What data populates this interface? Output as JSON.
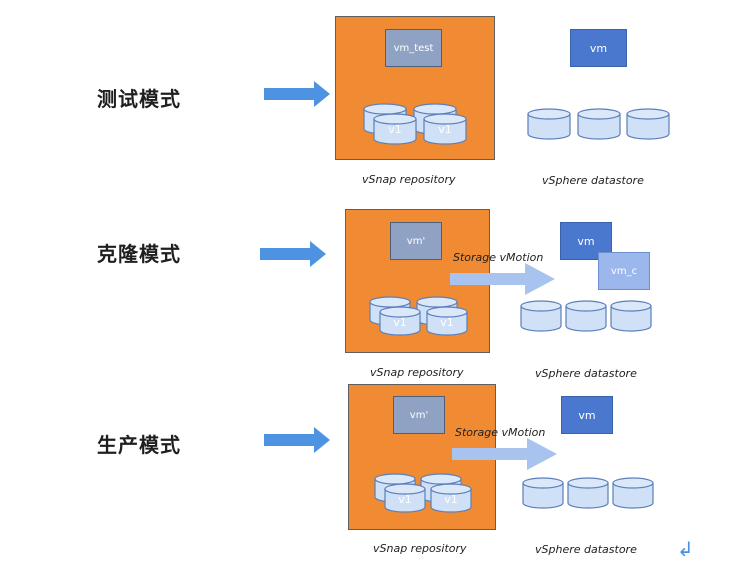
{
  "colors": {
    "repository": "#f08a33",
    "vm_box": "#8fa2c4",
    "vm_blue": "#4a78cf",
    "arrow": "#4e93e2",
    "disk_fill": "#cfe0f7",
    "disk_stroke": "#5b7fb8"
  },
  "rows": [
    {
      "mode_label": "测试模式",
      "repo_vm_label": "vm_test",
      "disk_labels": [
        "v1",
        "v1"
      ],
      "repository_caption": "vSnap repository",
      "vmotion_label": "",
      "datastore_vms": [
        "vm"
      ],
      "datastore_caption": "vSphere datastore"
    },
    {
      "mode_label": "克隆模式",
      "repo_vm_label": "vm'",
      "disk_labels": [
        "v1",
        "v1"
      ],
      "repository_caption": "vSnap repository",
      "vmotion_label": "Storage vMotion",
      "datastore_vms": [
        "vm",
        "vm_c"
      ],
      "datastore_caption": "vSphere datastore"
    },
    {
      "mode_label": "生产模式",
      "repo_vm_label": "vm'",
      "disk_labels": [
        "v1",
        "v1"
      ],
      "repository_caption": "vSnap repository",
      "vmotion_label": "Storage vMotion",
      "datastore_vms": [
        "vm"
      ],
      "datastore_caption": "vSphere datastore"
    }
  ],
  "icons": {
    "corner": "return-arrow-icon"
  }
}
